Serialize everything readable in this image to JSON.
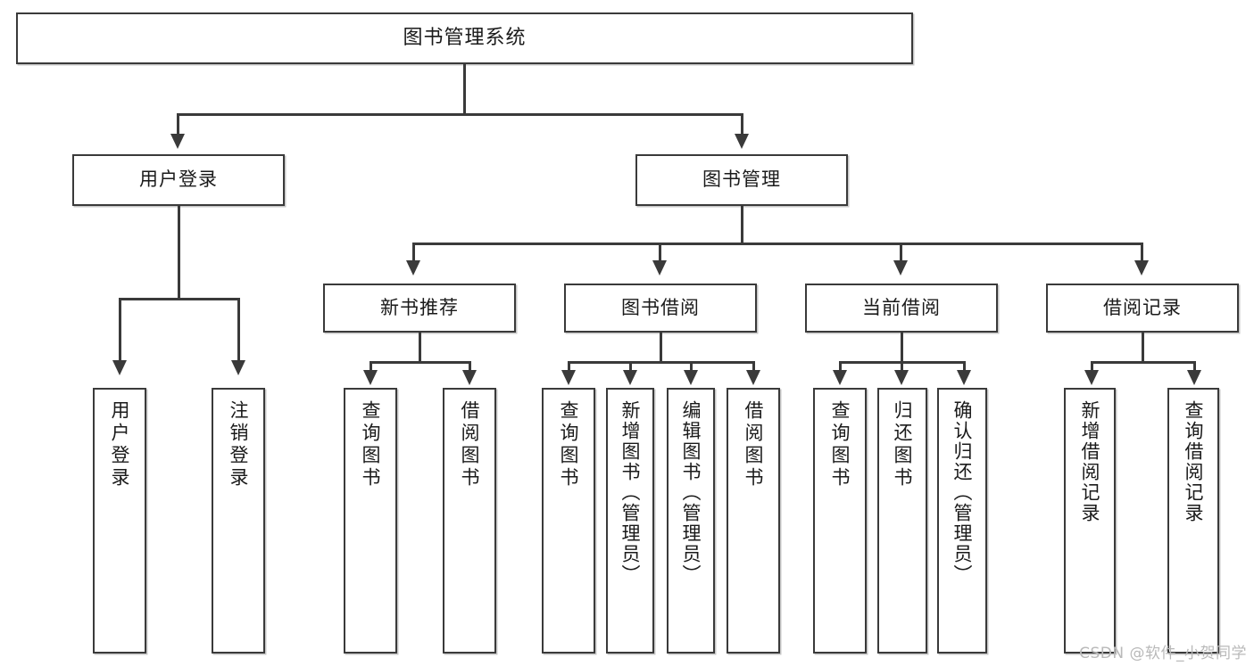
{
  "diagram": {
    "title": "图书管理系统",
    "type": "hierarchy-tree",
    "watermark": "CSDN @软件_小贺同学",
    "colors": {
      "stroke": "#3a3a3a",
      "fill": "#ffffff",
      "text": "#1a1a1a",
      "watermark": "#b9b9b9"
    },
    "root": {
      "label": "图书管理系统"
    },
    "level2": [
      {
        "id": "user-login",
        "label": "用户登录"
      },
      {
        "id": "book-manage",
        "label": "图书管理"
      }
    ],
    "level3": [
      {
        "id": "new-book-recommend",
        "label": "新书推荐"
      },
      {
        "id": "book-borrow",
        "label": "图书借阅"
      },
      {
        "id": "current-borrow",
        "label": "当前借阅"
      },
      {
        "id": "borrow-record",
        "label": "借阅记录"
      }
    ],
    "leaves": {
      "user_login": [
        {
          "id": "leaf-user-login",
          "label": "用户登录"
        },
        {
          "id": "leaf-logout-login",
          "label": "注销登录"
        }
      ],
      "new_book_recommend": [
        {
          "id": "leaf-query-book-1",
          "label": "查询图书"
        },
        {
          "id": "leaf-borrow-book-1",
          "label": "借阅图书"
        }
      ],
      "book_borrow": [
        {
          "id": "leaf-query-book-2",
          "label": "查询图书"
        },
        {
          "id": "leaf-add-book",
          "label": "新增图书（管理员）"
        },
        {
          "id": "leaf-edit-book",
          "label": "编辑图书（管理员）"
        },
        {
          "id": "leaf-borrow-book-2",
          "label": "借阅图书"
        }
      ],
      "current_borrow": [
        {
          "id": "leaf-query-book-3",
          "label": "查询图书"
        },
        {
          "id": "leaf-return-book",
          "label": "归还图书"
        },
        {
          "id": "leaf-confirm-return",
          "label": "确认归还（管理员）"
        }
      ],
      "borrow_record": [
        {
          "id": "leaf-add-record",
          "label": "新增借阅记录"
        },
        {
          "id": "leaf-query-record",
          "label": "查询借阅记录"
        }
      ]
    }
  }
}
